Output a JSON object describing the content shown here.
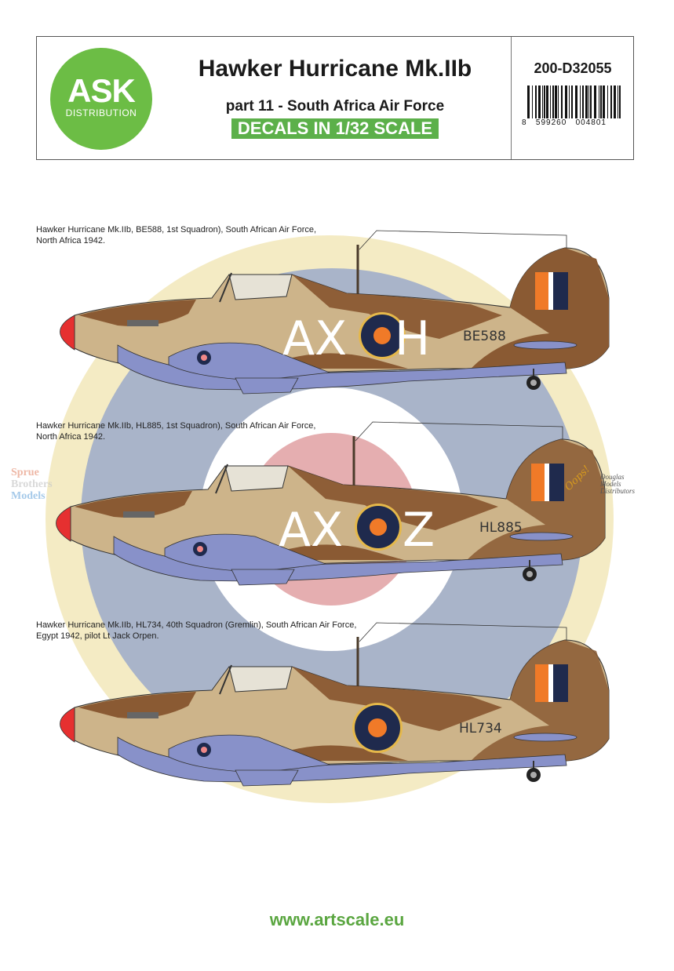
{
  "header": {
    "logo": {
      "main": "ASK",
      "sub": "DISTRIBUTION"
    },
    "title": "Hawker Hurricane Mk.IIb",
    "subtitle": "part 11 - South Africa Air Force",
    "scale_banner": "DECALS IN 1/32 SCALE",
    "product_code": "200-D32055",
    "barcode_digits": "8   599260   004801"
  },
  "aircraft": [
    {
      "caption": [
        "Hawker Hurricane Mk.IIb, BE588, 1st Squadron), South African Air Force,",
        "North Africa 1942."
      ],
      "code_left": "AX",
      "code_right": "H",
      "serial": "BE588"
    },
    {
      "caption": [
        "Hawker Hurricane Mk.IIb, HL885, 1st Squadron), South African Air Force,",
        "North Africa 1942."
      ],
      "code_left": "AX",
      "code_right": "Z",
      "serial": "HL885",
      "nose_art": "Oops!"
    },
    {
      "caption": [
        "Hawker Hurricane Mk.IIb, HL734, 40th Squadron (Gremlin), South African Air Force,",
        "Egypt 1942, pilot Lt Jack Orpen."
      ],
      "code_left": "",
      "code_right": "",
      "serial": "HL734"
    }
  ],
  "watermarks": {
    "left": [
      "Sprue",
      "Brothers",
      "Models"
    ],
    "right": [
      "Douglas",
      "Models",
      "Distributors"
    ]
  },
  "footer": {
    "url": "www.artscale.eu"
  },
  "colors": {
    "green": "#6cbd45",
    "roundel_yellow": "#f4ebc4",
    "roundel_blue": "#a9b4c9",
    "roundel_red": "#e5aeb0",
    "tan": "#cdb48a",
    "brown": "#8a5a33",
    "underside": "#8891c9",
    "spinner": "#e63030",
    "orange": "#f07a28",
    "navy": "#1f2a4d"
  }
}
